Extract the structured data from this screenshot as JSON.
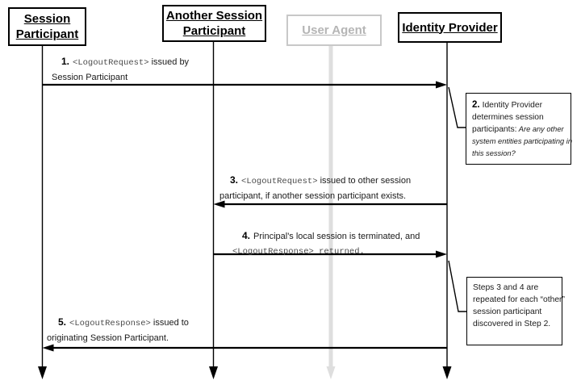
{
  "actors": [
    {
      "label": "Session\nParticipant"
    },
    {
      "label": "Another Session\nParticipant"
    },
    {
      "label": "User Agent"
    },
    {
      "label": "Identity Provider"
    }
  ],
  "messages": [
    {
      "num": "1.",
      "code": "<LogoutRequest>",
      "rest": " issued by\nSession Participant"
    },
    {
      "num": "3.",
      "code": "<LogoutRequest>",
      "rest": " issued to other session\nparticipant, if another session participant exists."
    },
    {
      "num": "4.",
      "pre": "Principal's local session is terminated, and\n",
      "code": "<LogoutResponse> returned."
    },
    {
      "num": "5.",
      "code": "<LogoutResponse>",
      "rest": " issued to\noriginating Session Participant."
    }
  ],
  "notes": [
    {
      "num": "2.",
      "text": "Identity Provider\ndetermines session\nparticipants:",
      "italic": " Are any other\nsystem entities participating in\nthis session?"
    },
    {
      "text": "Steps 3 and 4 are\nrepeated for each “other”\nsession participant\ndiscovered in Step 2."
    }
  ],
  "colors": {
    "line_black": "#000000",
    "gray_border": "#c8c8c8",
    "gray_text": "#b5b5b5",
    "gray_lifeline": "#dedede",
    "mono_text": "#4a4a4a"
  }
}
